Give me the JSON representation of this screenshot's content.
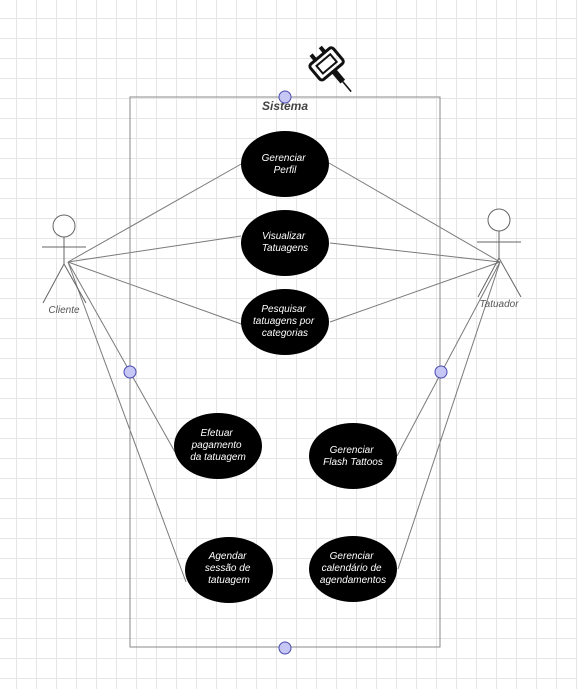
{
  "system": {
    "title": "Sistema"
  },
  "actors": {
    "cliente": {
      "label": "Cliente"
    },
    "tatuador": {
      "label": "Tatuador"
    }
  },
  "use_cases": {
    "gerenciar_perfil": [
      "Gerenciar",
      "Perfil"
    ],
    "visualizar_tatuagens": [
      "Visualizar",
      "Tatuagens"
    ],
    "pesquisar_tatuagens": [
      "Pesquisar",
      "tatuagens por",
      "categorias"
    ],
    "efetuar_pagamento": [
      "Efetuar",
      "pagamento",
      "da tatuagem"
    ],
    "gerenciar_flash": [
      "Gerenciar",
      "Flash Tattoos"
    ],
    "agendar_sessao": [
      "Agendar",
      "sessão de",
      "tatuagem"
    ],
    "gerenciar_calendario": [
      "Gerenciar",
      "calendário de",
      "agendamentos"
    ]
  },
  "icons": {
    "system_icon": "tattoo-machine-icon"
  },
  "colors": {
    "use_case_fill": "#000000",
    "use_case_text": "#ffffff",
    "line": "#777777",
    "handle": "#c7c7f5"
  }
}
